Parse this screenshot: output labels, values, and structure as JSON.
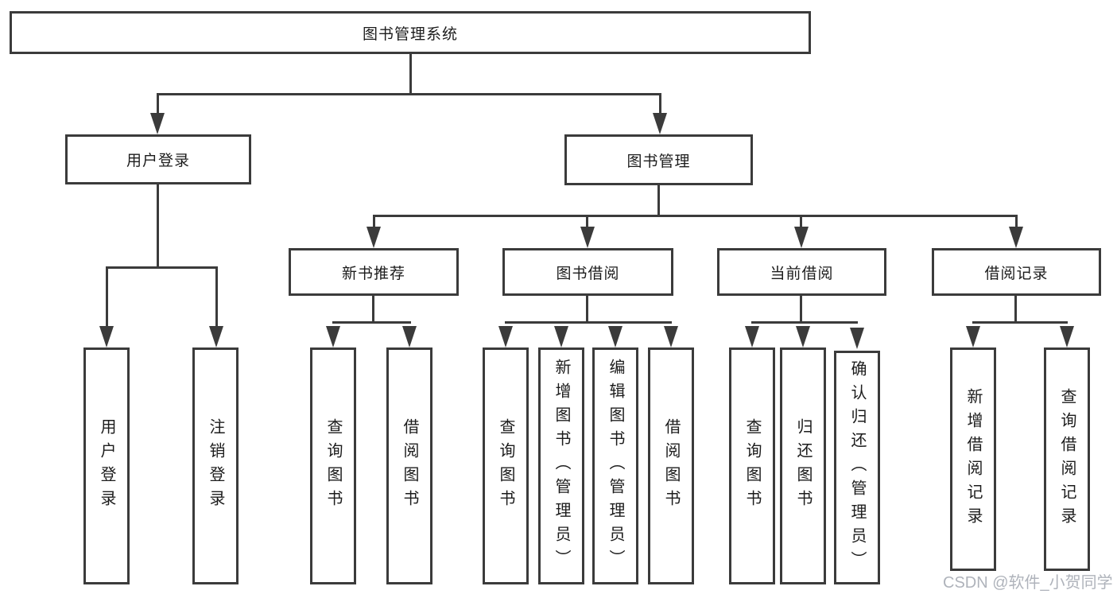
{
  "diagram": {
    "root": {
      "label": "图书管理系统"
    },
    "branches": [
      {
        "label": "用户登录",
        "children": [
          {
            "label": "用户登录"
          },
          {
            "label": "注销登录"
          }
        ]
      },
      {
        "label": "图书管理",
        "children": [
          {
            "label": "新书推荐",
            "children": [
              {
                "label": "查询图书"
              },
              {
                "label": "借阅图书"
              }
            ]
          },
          {
            "label": "图书借阅",
            "children": [
              {
                "label": "查询图书"
              },
              {
                "label": "新增图书（管理员）"
              },
              {
                "label": "编辑图书（管理员）"
              },
              {
                "label": "借阅图书"
              }
            ]
          },
          {
            "label": "当前借阅",
            "children": [
              {
                "label": "查询图书"
              },
              {
                "label": "归还图书"
              },
              {
                "label": "确认归还（管理员）"
              }
            ]
          },
          {
            "label": "借阅记录",
            "children": [
              {
                "label": "新增借阅记录"
              },
              {
                "label": "查询借阅记录"
              }
            ]
          }
        ]
      }
    ]
  },
  "watermark": {
    "text": "CSDN @软件_小贺同学"
  },
  "colors": {
    "line": "#3b3b3b",
    "text": "#1c1c1c",
    "background": "#ffffff",
    "watermark": "#9ba0aa"
  }
}
